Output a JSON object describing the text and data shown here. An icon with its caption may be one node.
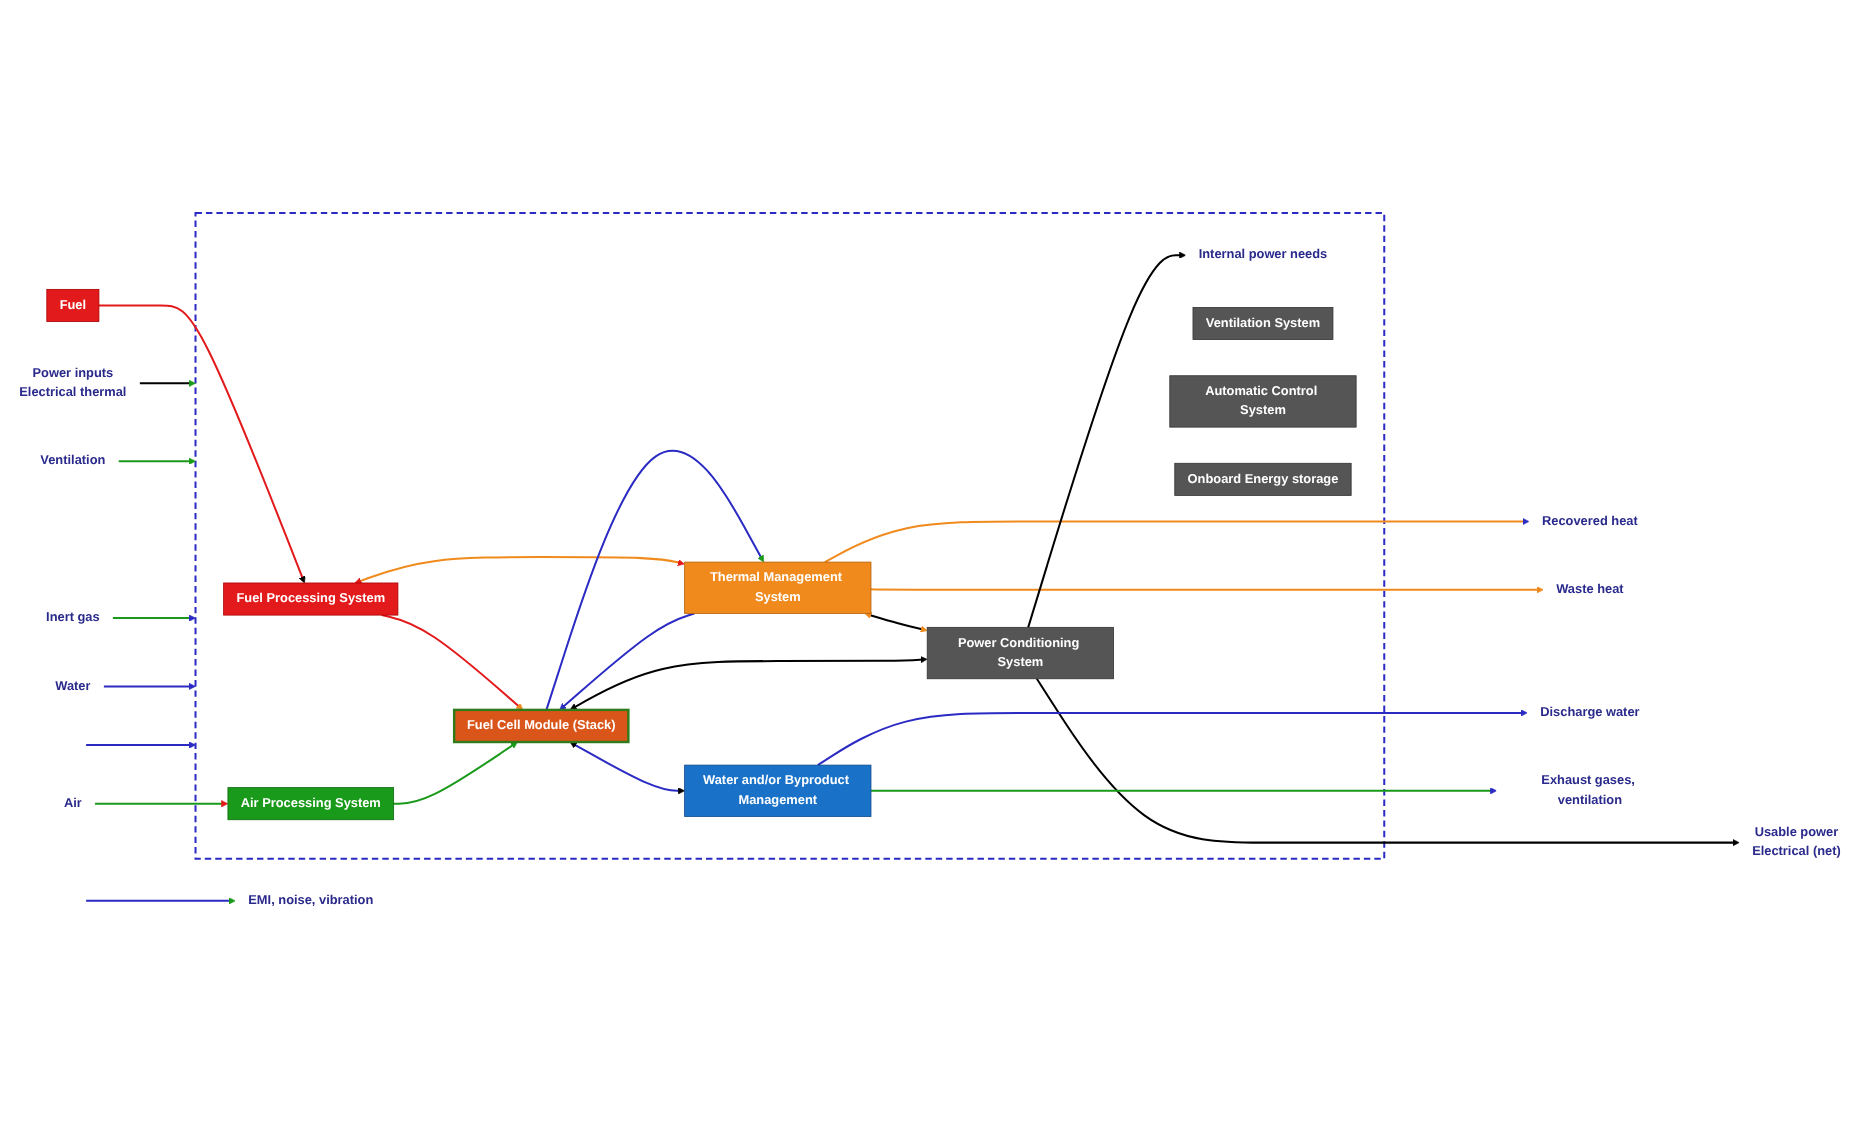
{
  "diagram": {
    "nodes": [
      {
        "text": [],
        "shape": "box"
      },
      {
        "text": [
          "Power inputs",
          "Electrical thermal"
        ]
      },
      {
        "text": [
          "Fuel"
        ]
      },
      {
        "text": [
          "Fuel Processing System"
        ],
        "in": 0
      },
      {
        "text": [
          "Thermal Management System"
        ],
        "in": 0
      },
      {
        "text": [
          "Air"
        ]
      },
      {
        "text": [
          "Air Processing System"
        ],
        "in": 0
      },
      {
        "text": [
          "Fuel Cell Module (Stack)"
        ],
        "in": 0
      },
      {
        "text": [
          "Power Conditioning System"
        ],
        "in": 0
      },
      {
        "text": [
          "Internal power needs"
        ],
        "in": 0
      },
      {
        "text": [
          "Ventilation"
        ]
      },
      {
        "text": [
          "Inert gas"
        ]
      },
      {
        "text": [
          "Water"
        ]
      },
      {
        "text": [
          "Water and/or Byproduct Management"
        ],
        "in": 0
      },
      {
        "text": [
          "Ventilation System"
        ],
        "in": 0
      },
      {
        "text": [
          "Automatic Control System"
        ],
        "in": 0
      },
      {
        "text": [
          "Onboard Energy storage"
        ],
        "in": 0
      },
      {
        "text": [
          "Recovered heat"
        ]
      },
      {
        "text": [
          "Waste heat"
        ]
      },
      {
        "text": [
          "Usable power",
          "Electrical (net)"
        ]
      },
      {
        "text": [
          "Discharge water"
        ]
      },
      {
        "text": [
          "Exhaust gases, ventilation"
        ]
      },
      {
        "text": [
          "EMI, noise, vibration"
        ]
      }
    ],
    "edges": [
      {
        "from": 1,
        "to": 0,
        "arrow": "to",
        "color": "#000000"
      },
      {
        "from": 2,
        "to": 3,
        "arrow": "to",
        "color": "#e31a1c"
      },
      {
        "from": 4,
        "to": 3,
        "arrow": "both",
        "color": "#f08a1d"
      },
      {
        "from": 3,
        "to": 7,
        "arrow": "to",
        "color": "#e31a1c"
      },
      {
        "from": 5,
        "to": 6,
        "arrow": "to",
        "color": "#1a9a1a"
      },
      {
        "from": 6,
        "to": 7,
        "arrow": "to",
        "color": "#1a9a1a"
      },
      {
        "from": 7,
        "to": 4,
        "arrow": "to"
      },
      {
        "from": 4,
        "to": 7,
        "arrow": "to"
      },
      {
        "from": 4,
        "to": 17,
        "arrow": "to",
        "color": "#f08a1d"
      },
      {
        "from": 4,
        "to": 18,
        "arrow": "to",
        "color": "#f08a1d"
      },
      {
        "from": 4,
        "to": 8,
        "arrow": "both",
        "color": "#000000"
      },
      {
        "from": 7,
        "to": 8,
        "arrow": "both",
        "color": "#000000"
      },
      {
        "from": 8,
        "to": 19,
        "arrow": "to",
        "color": "#000000"
      },
      {
        "from": 8,
        "to": 9,
        "arrow": "to",
        "color": "#000000"
      },
      {
        "from": 7,
        "to": 13,
        "arrow": "both"
      },
      {
        "from": 13,
        "to": 20,
        "arrow": "to"
      },
      {
        "from": 13,
        "to": 21,
        "arrow": "to",
        "color": "#1a9a1a"
      },
      {
        "from": 10,
        "to": 0,
        "arrow": "to",
        "color": "#1a9a1a"
      },
      {
        "from": 11,
        "to": 0,
        "arrow": "to",
        "color": "#1a9a1a"
      },
      {
        "from": 12,
        "to": 0,
        "arrow": "to"
      },
      {
        "from": null,
        "to": 0,
        "arrow": "to"
      },
      {
        "from": null,
        "to": 22,
        "arrow": "to"
      }
    ]
  }
}
